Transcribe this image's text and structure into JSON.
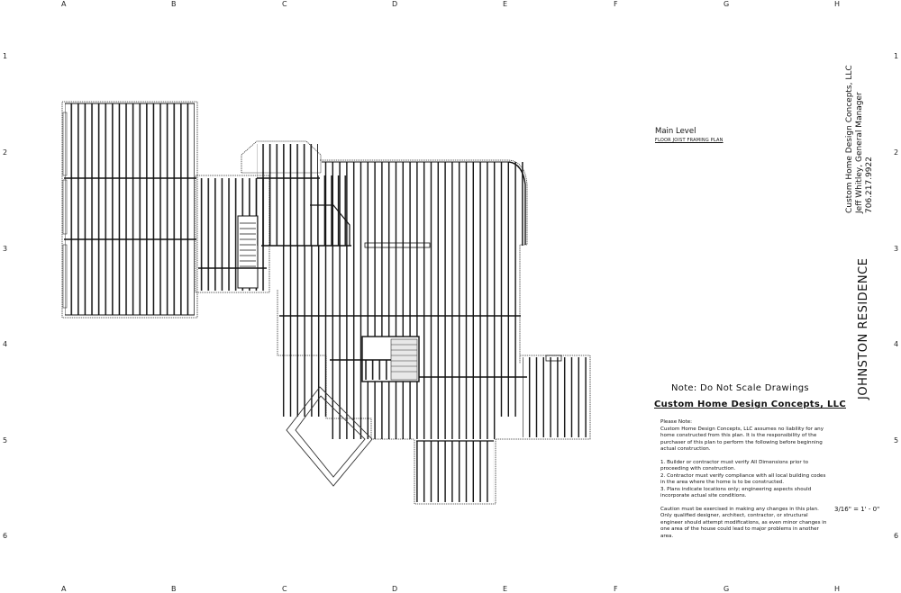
{
  "sheet": {
    "column_labels": [
      "A",
      "B",
      "C",
      "D",
      "E",
      "F",
      "G",
      "H"
    ],
    "row_labels": [
      "1",
      "2",
      "3",
      "4",
      "5",
      "6"
    ]
  },
  "plan_title": {
    "main": "Main Level",
    "sub": "FLOOR JOIST FRAMING PLAN"
  },
  "notes": {
    "heading": "Note: Do Not Scale Drawings",
    "company": "Custom Home Design Concepts, LLC",
    "intro_label": "Please Note:",
    "intro": "Custom Home Design Concepts, LLC assumes no liability for any home constructed from this plan. It is the responsibility of the purchaser of this plan to perform the following before beginning actual construction.",
    "item1": "1.  Builder or contractor must verify All Dimensions prior to proceeding with construction.",
    "item2": "2.  Contractor must verify compliance with all local building codes in the area where the home is to be constructed.",
    "item3": "3.  Plans indicate locations only; engineering aspects should incorporate actual site conditions.",
    "caution": "Caution must be exercised in making any changes in this plan.  Only qualified designer, architect, contractor, or structural engineer should attempt modifications, as even minor changes in one area of the house could lead to major problems in another area."
  },
  "contact": {
    "company": "Custom Home Design Concepts, LLC",
    "person": "Jeff Whitley, General Manager",
    "phone": "706.217.9922"
  },
  "project_name": "JOHNSTON RESIDENCE",
  "scale": "3/16\" = 1' - 0\""
}
